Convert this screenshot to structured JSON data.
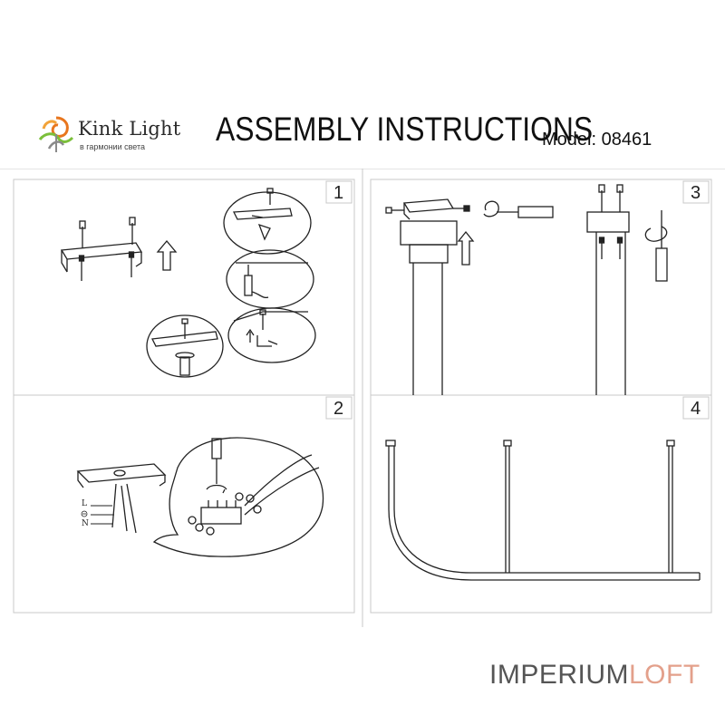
{
  "brand": {
    "name": "Kink Light",
    "tagline": "в гармонии света",
    "colors": {
      "orange": "#e8761e",
      "green": "#7bbf3a",
      "grey": "#8a8a8a"
    }
  },
  "header": {
    "title": "ASSEMBLY INSTRUCTIONS",
    "model": "Model: 08461"
  },
  "steps": [
    {
      "number": "1"
    },
    {
      "number": "2"
    },
    {
      "number": "3"
    },
    {
      "number": "4"
    }
  ],
  "wiring": {
    "live_label": "L",
    "neutral_label": "N"
  },
  "footer": {
    "brand_part1": "IMPERIUM",
    "brand_part2": "LOFT",
    "colors": {
      "part1": "#555555",
      "part2": "#e3a08b"
    }
  }
}
